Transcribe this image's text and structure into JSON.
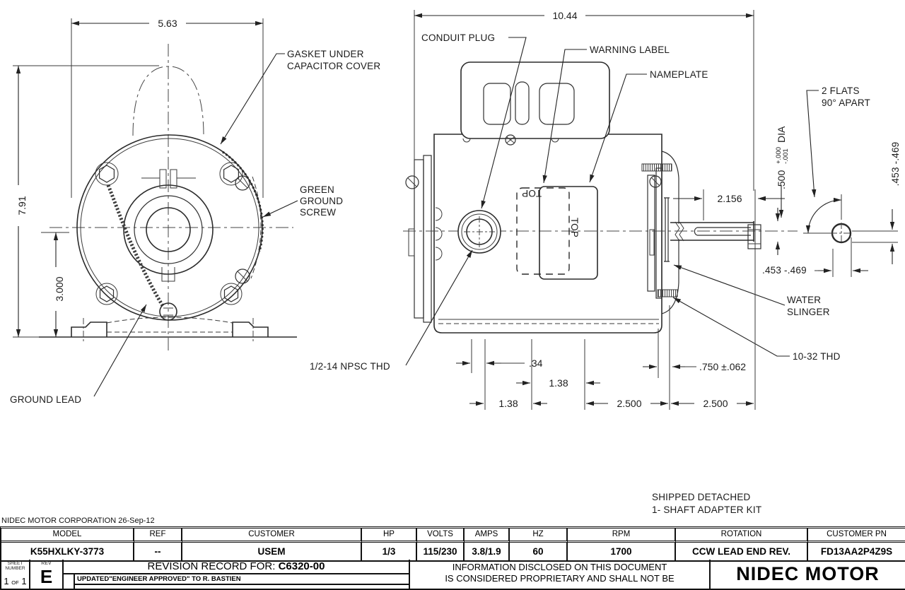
{
  "drawing": {
    "front_view": {
      "dim_width": "5.63",
      "dim_overall_height": "7.91",
      "dim_centerline_height": "3.000",
      "callout_gasket": [
        "GASKET UNDER",
        "CAPACITOR COVER"
      ],
      "callout_ground_screw": [
        "GREEN",
        "GROUND",
        "SCREW"
      ],
      "callout_ground_lead": "GROUND LEAD"
    },
    "side_view": {
      "dim_overall_length": "10.44",
      "callout_conduit_plug": "CONDUIT PLUG",
      "callout_warning_label": "WARNING LABEL",
      "callout_nameplate": "NAMEPLATE",
      "nameplate_text_top_inverted": "TOP",
      "nameplate_text_top_vertical": "TOP",
      "dim_shaft_extension": "2.156",
      "dim_foot_34": ".34",
      "dim_foot_138_upper": "1.38",
      "dim_foot_138_lower": "1.38",
      "dim_bolt_2500_left": "2.500",
      "dim_bolt_2500_right": "2.500",
      "dim_hub_750": ".750 ±.062",
      "dim_shaft_dia": ".453 -.469",
      "callout_npsc": "1/2-14 NPSC THD",
      "callout_water_slinger": [
        "WATER",
        "SLINGER"
      ],
      "callout_thread": "10-32 THD"
    },
    "end_view": {
      "callout_flats": [
        "2 FLATS",
        "90° APART"
      ],
      "dim_dia_value": ".500",
      "dim_dia_tol_plus": "+.000",
      "dim_dia_tol_minus": "-.001",
      "dim_dia_label": "DIA",
      "dim_flat_vertical": ".453 -.469",
      "dim_flat_horizontal": ".453 -.469"
    },
    "notes": [
      "SHIPPED DETACHED",
      "1- SHAFT ADAPTER KIT"
    ]
  },
  "title_block": {
    "corp_line": "NIDEC MOTOR CORPORATION 26-Sep-12",
    "table": {
      "headers": [
        "MODEL",
        "REF",
        "CUSTOMER",
        "HP",
        "VOLTS",
        "AMPS",
        "HZ",
        "RPM",
        "ROTATION",
        "CUSTOMER PN"
      ],
      "values": [
        "K55HXLKY-3773",
        "--",
        "USEM",
        "1/3",
        "115/230",
        "3.8/1.9",
        "60",
        "1700",
        "CCW LEAD END REV.",
        "FD13AA2P4Z9S"
      ]
    },
    "sheet": {
      "label_line1": "SHEET",
      "label_line2": "NUMBER",
      "num_left": "1",
      "of_word": "OF",
      "num_right": "1"
    },
    "rev": {
      "label": "REV",
      "value": "E"
    },
    "revision_record": {
      "title_prefix": "REVISION RECORD FOR:",
      "number": "C6320-00",
      "entry": "UPDATED\"ENGINEER APPROVED\" TO R. BASTIEN"
    },
    "proprietary": [
      "INFORMATION DISCLOSED ON THIS DOCUMENT",
      "IS CONSIDERED PROPRIETARY AND SHALL NOT BE"
    ],
    "brand": "NIDEC MOTOR"
  },
  "colors": {
    "line": "#2b2b2b",
    "text": "#1b1b1b",
    "background": "#ffffff"
  }
}
